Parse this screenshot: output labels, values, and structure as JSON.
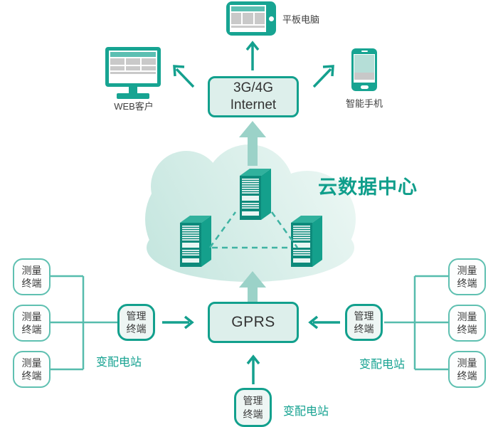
{
  "colors": {
    "teal": "#12a08d",
    "teal_light": "#56bcad",
    "thick_arrow": "#9bd2c8",
    "box_fill": "#ddefeb",
    "cloud_dark": "#c5e6df",
    "cloud_light": "#eef8f5",
    "text_dark": "#3a3a3a"
  },
  "top_devices": {
    "tablet_label": "平板电脑",
    "web_client_label": "WEB客户",
    "smartphone_label": "智能手机"
  },
  "internet_box": {
    "line1": "3G/4G",
    "line2": "Internet"
  },
  "cloud": {
    "title": "云数据中心"
  },
  "gprs_box": {
    "label": "GPRS"
  },
  "left_cluster": {
    "measure_boxes": [
      {
        "line1": "测量",
        "line2": "终端"
      },
      {
        "line1": "测量",
        "line2": "终端"
      },
      {
        "line1": "测量",
        "line2": "终端"
      }
    ],
    "manage_box": {
      "line1": "管理",
      "line2": "终端"
    },
    "station_label": "变配电站"
  },
  "right_cluster": {
    "measure_boxes": [
      {
        "line1": "测量",
        "line2": "终端"
      },
      {
        "line1": "测量",
        "line2": "终端"
      },
      {
        "line1": "测量",
        "line2": "终端"
      }
    ],
    "manage_box": {
      "line1": "管理",
      "line2": "终端"
    },
    "station_label": "变配电站"
  },
  "bottom_cluster": {
    "manage_box": {
      "line1": "管理",
      "line2": "终端"
    },
    "station_label": "变配电站"
  }
}
